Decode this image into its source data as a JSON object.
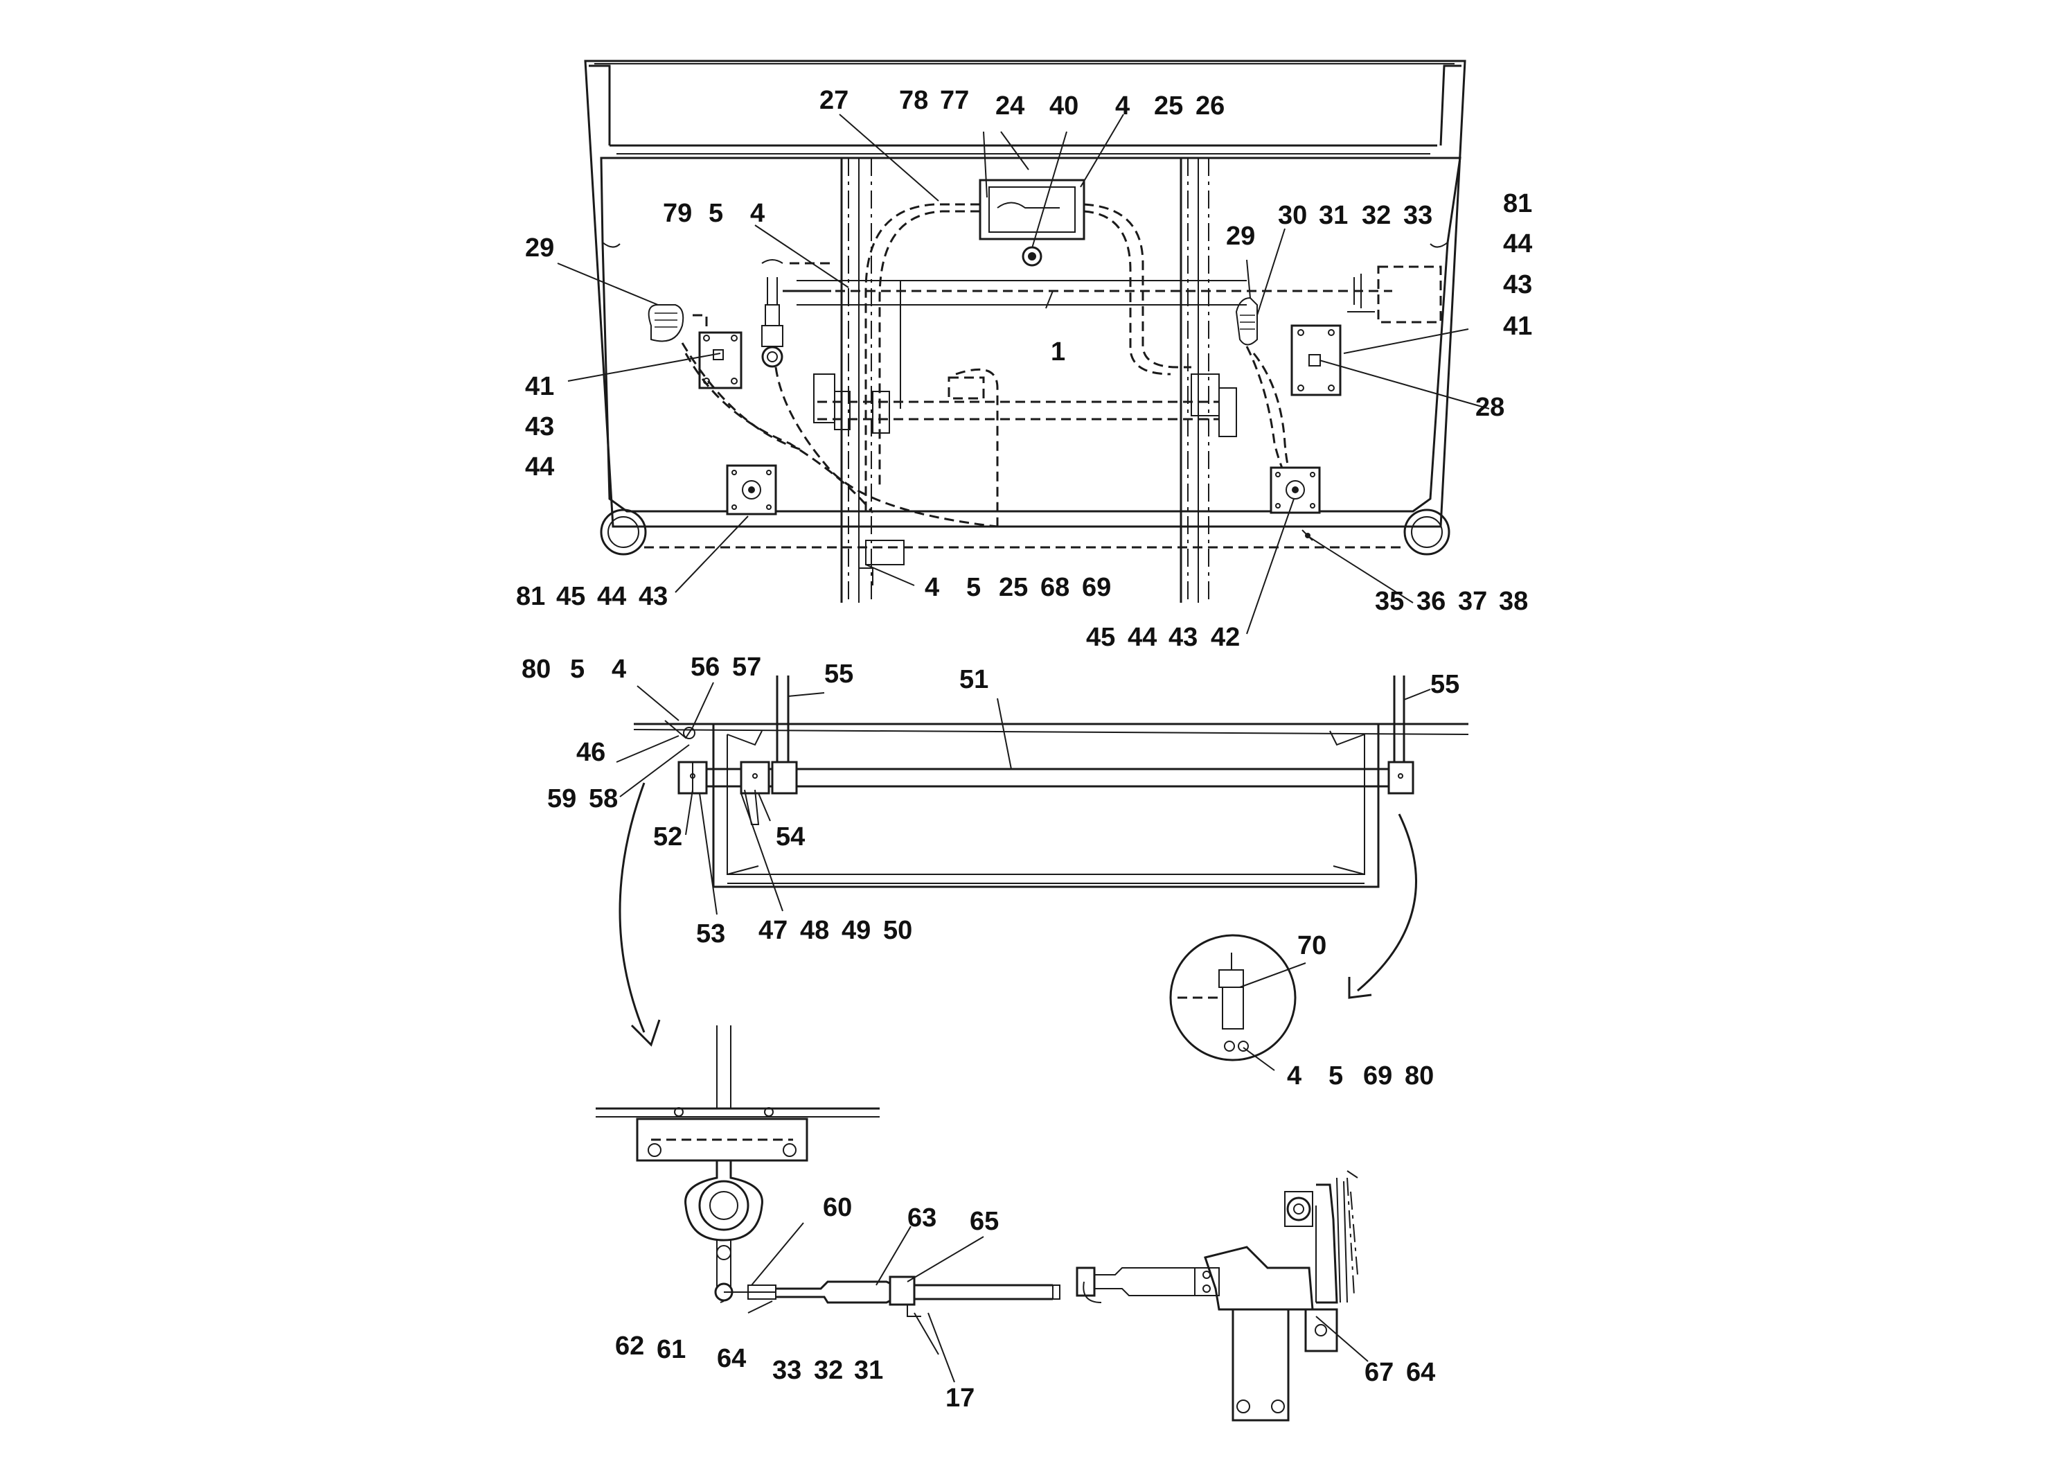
{
  "callouts": {
    "top_row": [
      "27",
      "78",
      "77",
      "24",
      "40",
      "4",
      "25",
      "26"
    ],
    "upper_left": [
      "79",
      "5",
      "4"
    ],
    "upper_right_row": [
      "30",
      "31",
      "32",
      "33"
    ],
    "right_col": [
      "81",
      "44",
      "43",
      "41",
      "28"
    ],
    "left_29": "29",
    "right_29": "29",
    "left_col": [
      "41",
      "43",
      "44"
    ],
    "center_1": "1",
    "bottom_left_row": [
      "81",
      "45",
      "44",
      "43"
    ],
    "bottom_mid_row": [
      "4",
      "5",
      "25",
      "68",
      "69"
    ],
    "bottom_right_row": [
      "35",
      "36",
      "37",
      "38"
    ],
    "bottom_mid2_row": [
      "45",
      "44",
      "43",
      "42"
    ],
    "mid_top_left": [
      "80",
      "5",
      "4"
    ],
    "mid_56_57": [
      "56",
      "57"
    ],
    "mid_55_left": "55",
    "mid_51": "51",
    "mid_55_right": "55",
    "mid_46": "46",
    "mid_59_58": [
      "59",
      "58"
    ],
    "mid_52": "52",
    "mid_54": "54",
    "mid_53": "53",
    "mid_47_50": [
      "47",
      "48",
      "49",
      "50"
    ],
    "detail_70": "70",
    "detail_bottom": [
      "4",
      "5",
      "69",
      "80"
    ],
    "low_60": "60",
    "low_63": "63",
    "low_65": "65",
    "low_62_61": [
      "62",
      "61"
    ],
    "low_64": "64",
    "low_33_31": [
      "33",
      "32",
      "31"
    ],
    "low_17": "17",
    "low_67_64": [
      "67",
      "64"
    ]
  }
}
